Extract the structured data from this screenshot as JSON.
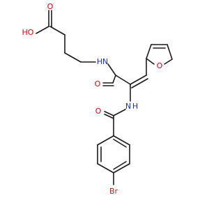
{
  "molecule": {
    "colors": {
      "carbon": "#1a1a1a",
      "oxygen": "#e8000b",
      "nitrogen": "#1f2ccc",
      "bromine": "#a52a2a",
      "background": "#ffffff"
    },
    "labels": {
      "hydroxyl": "HO",
      "acid_carbonyl_o": "O",
      "amide_n_upper": "N",
      "amide_n_upper_h": "H",
      "amide_o_upper": "O",
      "furan_o": "O",
      "amide_n_lower": "N",
      "amide_n_lower_h": "H",
      "benzoyl_o": "O",
      "bromine": "Br"
    }
  }
}
